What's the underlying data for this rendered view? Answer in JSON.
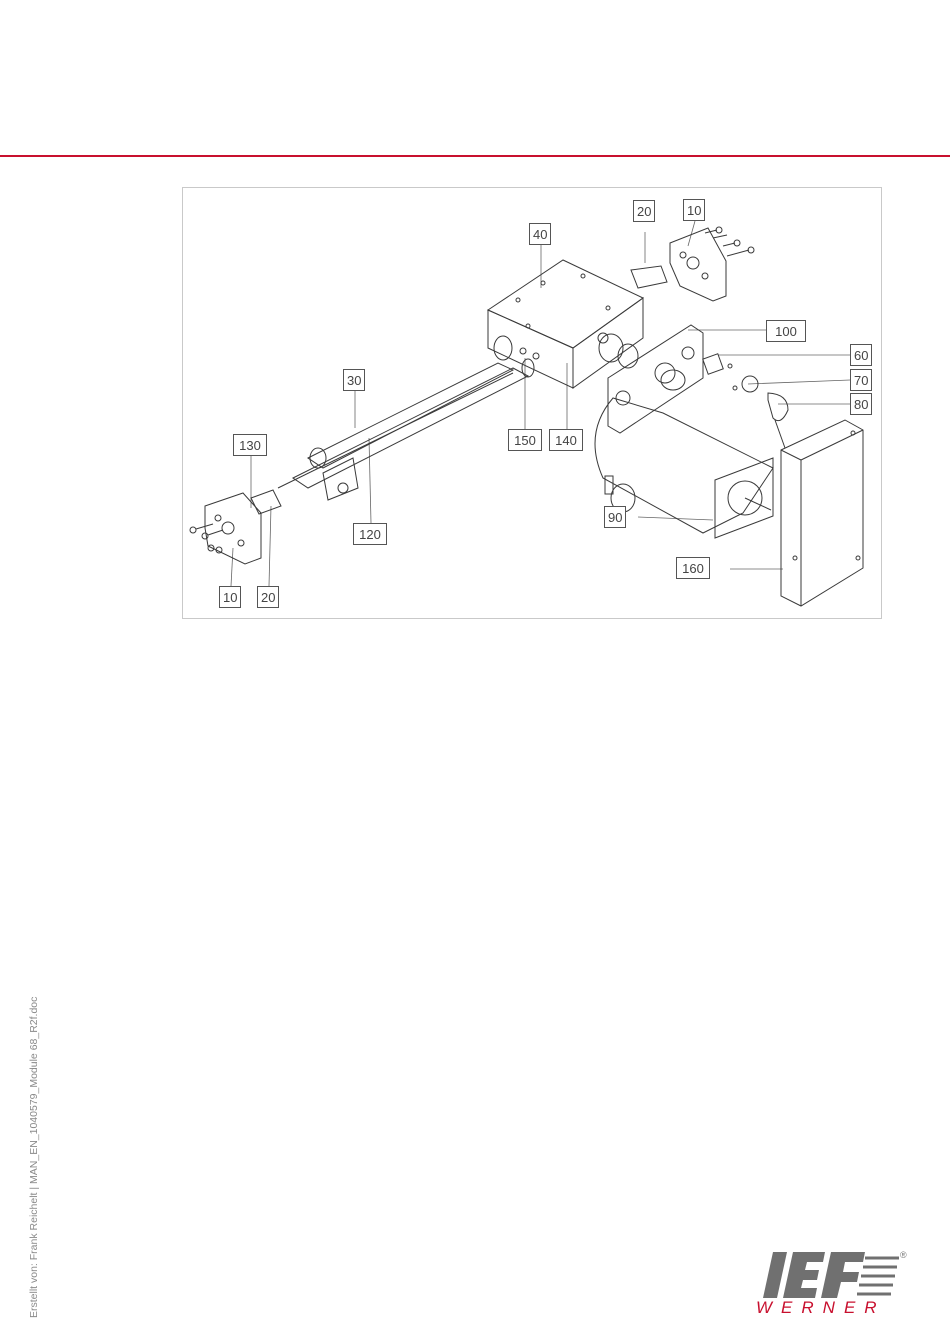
{
  "header": {
    "rule_color": "#c8102e"
  },
  "figure": {
    "callouts": [
      {
        "id": "c-20-top",
        "label": "20"
      },
      {
        "id": "c-10-top",
        "label": "10"
      },
      {
        "id": "c-40",
        "label": "40"
      },
      {
        "id": "c-100",
        "label": "100"
      },
      {
        "id": "c-60",
        "label": "60"
      },
      {
        "id": "c-70",
        "label": "70"
      },
      {
        "id": "c-80",
        "label": "80"
      },
      {
        "id": "c-30",
        "label": "30"
      },
      {
        "id": "c-150",
        "label": "150"
      },
      {
        "id": "c-140",
        "label": "140"
      },
      {
        "id": "c-130",
        "label": "130"
      },
      {
        "id": "c-90",
        "label": "90"
      },
      {
        "id": "c-120",
        "label": "120"
      },
      {
        "id": "c-160",
        "label": "160"
      },
      {
        "id": "c-10-bottom",
        "label": "10"
      },
      {
        "id": "c-20-bottom",
        "label": "20"
      }
    ]
  },
  "footer": {
    "side_text": "Erstellt von: Frank Reichelt  |  MAN_EN_1040579_Module 68_R2f.doc",
    "logo_text": "WERNER",
    "logo_registered": "®",
    "logo_color": "#c8102e",
    "logo_gray": "#707070"
  }
}
